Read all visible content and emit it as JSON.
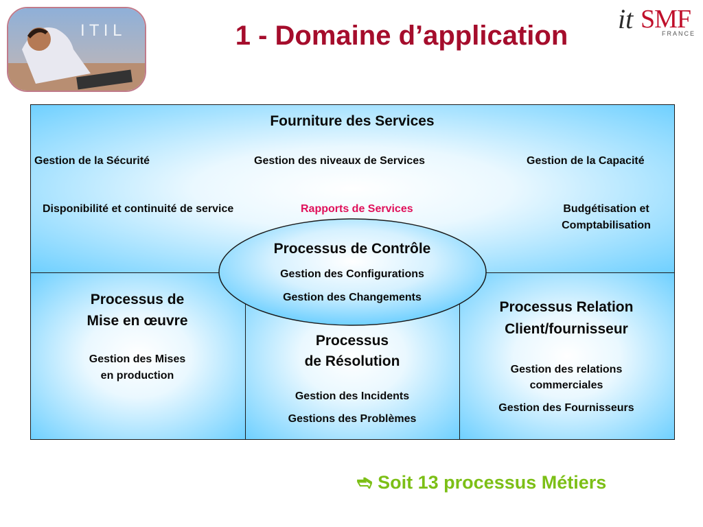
{
  "header": {
    "title": "1 - Domaine d’application",
    "photo_text": "I T I L",
    "logo": {
      "it": "it",
      "smf": "SMF",
      "country": "FRANCE"
    }
  },
  "top": {
    "title": "Fourniture des Services",
    "row1": [
      "Gestion de la Sécurité",
      "Gestion des niveaux de Services",
      "Gestion de la Capacité"
    ],
    "row2_left": "Disponibilité et continuité de service",
    "row2_mid": "Rapports de Services",
    "row2_right_1": "Budgétisation et",
    "row2_right_2": "Comptabilisation"
  },
  "control": {
    "title": "Processus de Contrôle",
    "items": [
      "Gestion des Configurations",
      "Gestion des Changements"
    ]
  },
  "left": {
    "title_1": "Processus de",
    "title_2": "Mise en œuvre",
    "item_1": "Gestion des Mises",
    "item_2": "en production"
  },
  "middle": {
    "title_1": "Processus",
    "title_2": "de Résolution",
    "items": [
      "Gestion des Incidents",
      "Gestions des Problèmes"
    ]
  },
  "right": {
    "title_1": "Processus Relation",
    "title_2": "Client/fournisseur",
    "item_1": "Gestion des relations",
    "item_2": "commerciales",
    "item_3": "Gestion des Fournisseurs"
  },
  "conclusion": {
    "arrow": "➬",
    "text": "Soit 13 processus Métiers"
  },
  "colors": {
    "title": "#a50d2c",
    "highlight": "#e0105a",
    "conclusion": "#7cbf16",
    "box": "#6fd0ff"
  }
}
